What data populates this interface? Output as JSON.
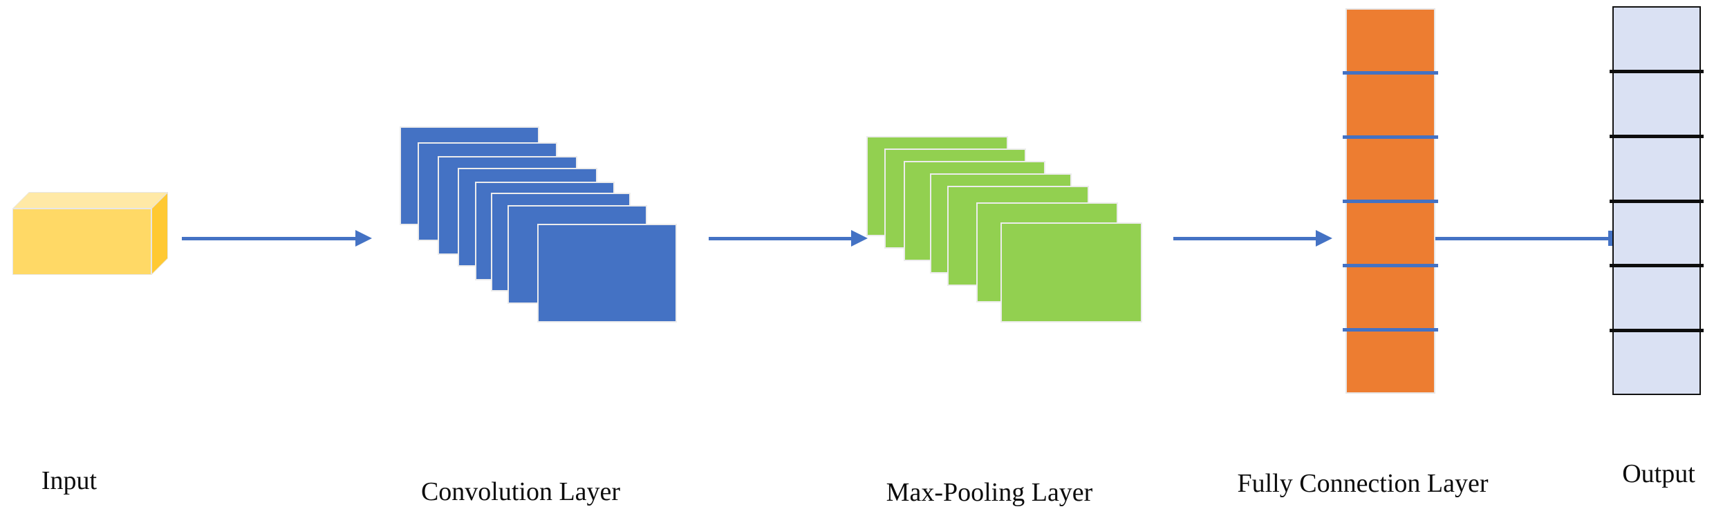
{
  "diagram": {
    "type": "cnn-architecture-flow",
    "background": "#ffffff",
    "arrow_color": "#4472C4",
    "nodes": [
      {
        "id": "input",
        "label": "Input",
        "shape": "cuboid-3d",
        "colors": {
          "front": "#FFD966",
          "top": "#FFE9A6",
          "side": "#FFC933"
        }
      },
      {
        "id": "conv",
        "label": "Convolution Layer",
        "shape": "stacked-rectangles",
        "count": 8,
        "fill": "#4472C4",
        "stroke": "#ececec"
      },
      {
        "id": "pool",
        "label": "Max-Pooling Layer",
        "shape": "stacked-rectangles",
        "count": 7,
        "fill": "#92D050",
        "stroke": "#ececec"
      },
      {
        "id": "fc",
        "label": "Fully Connection Layer",
        "shape": "cell-column",
        "cells": 6,
        "fill": "#ED7D31",
        "divider_color": "#4472C4",
        "border_color": "#e7e6e6"
      },
      {
        "id": "output",
        "label": "Output",
        "shape": "cell-column",
        "cells": 6,
        "fill": "#DAE1F3",
        "divider_color": "#0d0d0d",
        "border_color": "#111111"
      }
    ],
    "connections": [
      {
        "from": "input",
        "to": "conv",
        "style": "arrow"
      },
      {
        "from": "conv",
        "to": "pool",
        "style": "arrow"
      },
      {
        "from": "pool",
        "to": "fc",
        "style": "arrow"
      },
      {
        "from": "fc",
        "to": "output",
        "style": "line-endbar"
      }
    ]
  }
}
